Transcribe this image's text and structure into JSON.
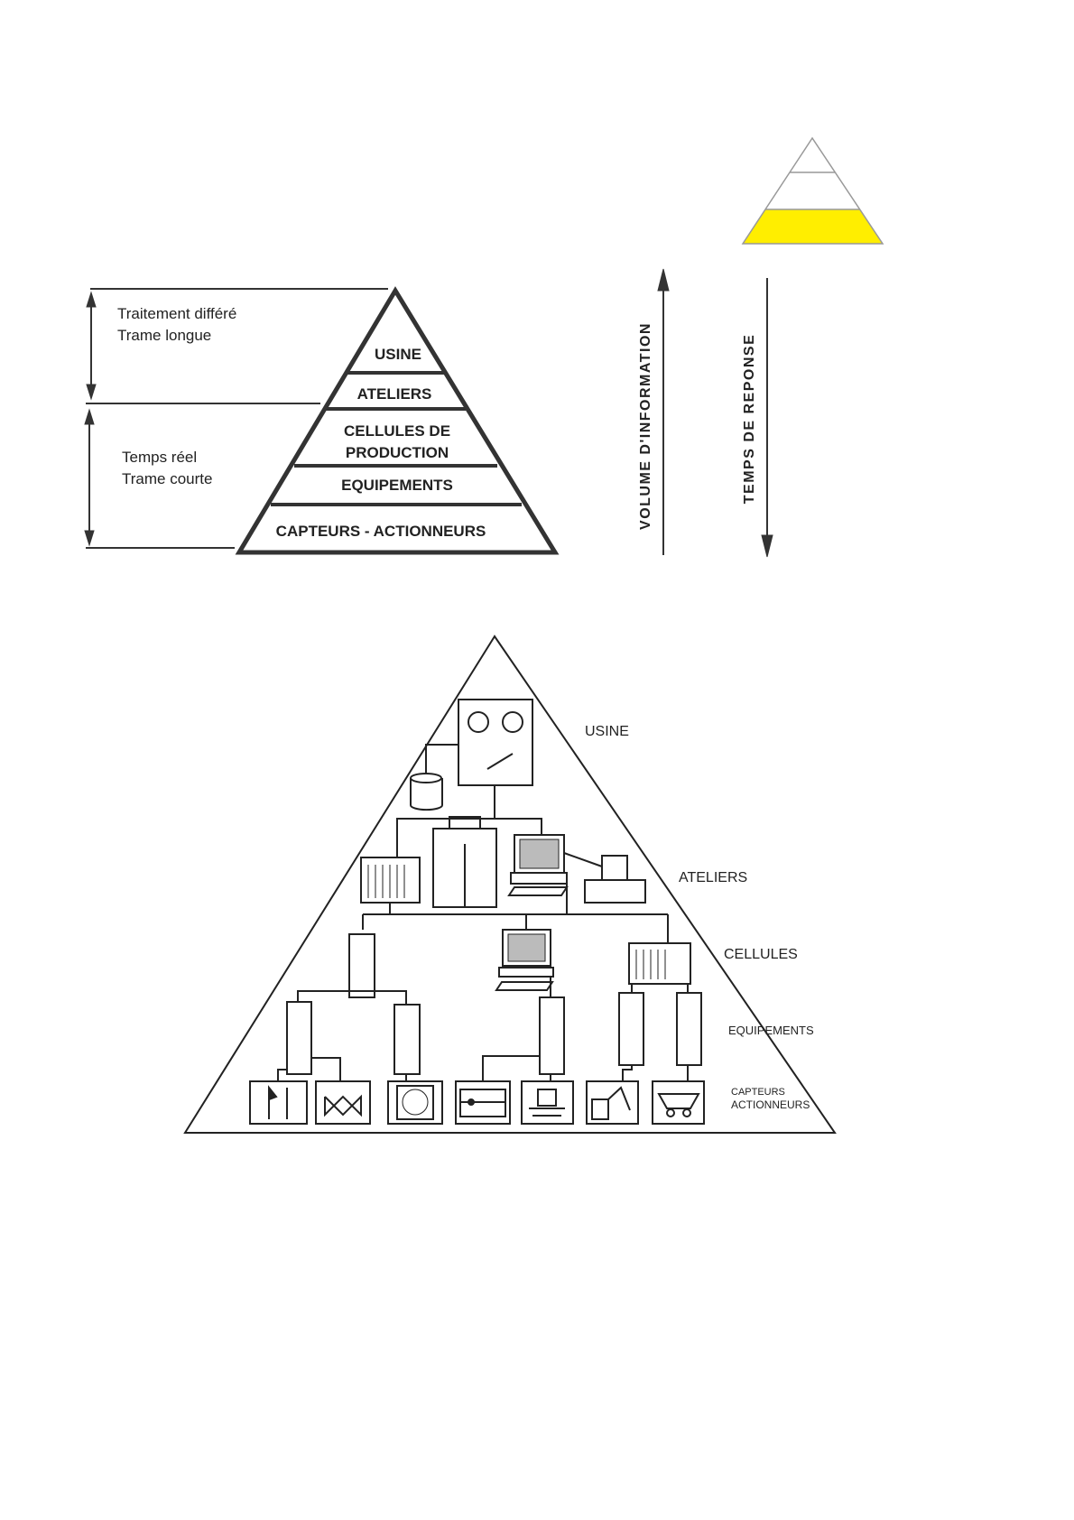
{
  "mini_pyramid": {
    "highlight_color": "#ffee00",
    "highlighted_level": "bottom"
  },
  "top_diagram": {
    "left_notes": {
      "upper": [
        "Traitement différé",
        "Trame longue"
      ],
      "lower": [
        "Temps réel",
        "Trame courte"
      ]
    },
    "levels": [
      "USINE",
      "ATELIERS",
      "CELLULES DE",
      "PRODUCTION",
      "EQUIPEMENTS",
      "CAPTEURS - ACTIONNEURS"
    ],
    "arrow_up_label": "VOLUME D'INFORMATION",
    "arrow_down_label": "TEMPS DE REPONSE"
  },
  "bottom_diagram": {
    "levels": [
      "USINE",
      "ATELIERS",
      "CELLULES",
      "EQUIPEMENTS",
      "CAPTEURS",
      "ACTIONNEURS"
    ]
  }
}
